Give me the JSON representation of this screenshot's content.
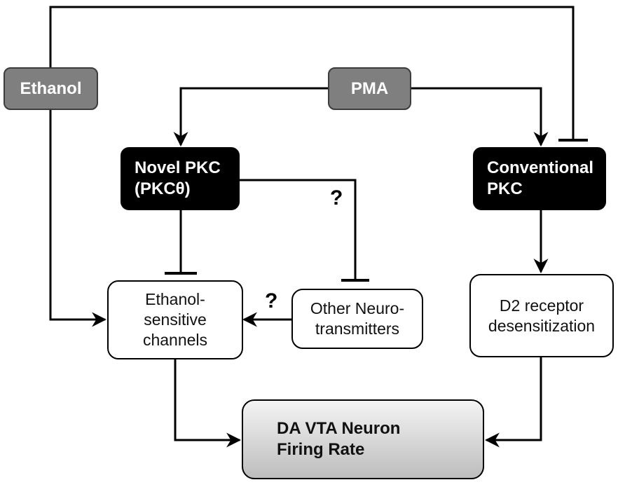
{
  "nodes": {
    "ethanol": {
      "label": "Ethanol"
    },
    "pma": {
      "label": "PMA"
    },
    "novel_pkc": {
      "label": "Novel PKC\n(PKCθ)"
    },
    "conventional_pkc": {
      "label": "Conventional\nPKC"
    },
    "ethanol_channels": {
      "label": "Ethanol-\nsensitive\nchannels"
    },
    "other_neurotransmitters": {
      "label": "Other Neuro-\ntransmitters"
    },
    "d2_desensitization": {
      "label": "D2 receptor\ndesensitization"
    },
    "firing_rate": {
      "label": "DA VTA Neuron\nFiring Rate"
    }
  },
  "annotations": {
    "question_mark": "?"
  },
  "edges": [
    {
      "from": "ethanol",
      "to": "ethanol_channels",
      "type": "activation"
    },
    {
      "from": "ethanol",
      "to": "conventional_pkc",
      "type": "inhibition"
    },
    {
      "from": "pma",
      "to": "novel_pkc",
      "type": "activation"
    },
    {
      "from": "pma",
      "to": "conventional_pkc",
      "type": "activation"
    },
    {
      "from": "novel_pkc",
      "to": "ethanol_channels",
      "type": "inhibition"
    },
    {
      "from": "novel_pkc",
      "to": "other_neurotransmitters",
      "type": "inhibition",
      "uncertain": true
    },
    {
      "from": "other_neurotransmitters",
      "to": "ethanol_channels",
      "type": "activation",
      "uncertain": true
    },
    {
      "from": "conventional_pkc",
      "to": "d2_desensitization",
      "type": "activation"
    },
    {
      "from": "ethanol_channels",
      "to": "firing_rate",
      "type": "activation"
    },
    {
      "from": "d2_desensitization",
      "to": "firing_rate",
      "type": "activation"
    }
  ]
}
